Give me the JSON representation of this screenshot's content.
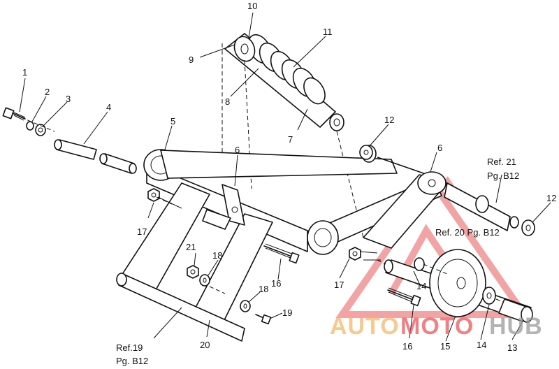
{
  "callouts": [
    {
      "id": "c1",
      "label": "1"
    },
    {
      "id": "c2",
      "label": "2"
    },
    {
      "id": "c3",
      "label": "3"
    },
    {
      "id": "c4",
      "label": "4"
    },
    {
      "id": "c5",
      "label": "5"
    },
    {
      "id": "c6a",
      "label": "6"
    },
    {
      "id": "c6b",
      "label": "6"
    },
    {
      "id": "c7",
      "label": "7"
    },
    {
      "id": "c8",
      "label": "8"
    },
    {
      "id": "c9",
      "label": "9"
    },
    {
      "id": "c10",
      "label": "10"
    },
    {
      "id": "c11",
      "label": "11"
    },
    {
      "id": "c12a",
      "label": "12"
    },
    {
      "id": "c12b",
      "label": "12"
    },
    {
      "id": "c13",
      "label": "13"
    },
    {
      "id": "c14a",
      "label": "14"
    },
    {
      "id": "c14b",
      "label": "14"
    },
    {
      "id": "c15",
      "label": "15"
    },
    {
      "id": "c16a",
      "label": "16"
    },
    {
      "id": "c16b",
      "label": "16"
    },
    {
      "id": "c17a",
      "label": "17"
    },
    {
      "id": "c17b",
      "label": "17"
    },
    {
      "id": "c18a",
      "label": "18"
    },
    {
      "id": "c18b",
      "label": "18"
    },
    {
      "id": "c19",
      "label": "19"
    },
    {
      "id": "c20",
      "label": "20"
    },
    {
      "id": "c21",
      "label": "21"
    }
  ],
  "references": {
    "ref21_line1": "Ref. 21",
    "ref21_line2": "Pg. B12",
    "ref20": "Ref. 20 Pg. B12",
    "ref19_line1": "Ref.19",
    "ref19_line2": "Pg. B12"
  },
  "watermark": {
    "part1": "AUTO",
    "part2": "MOTO",
    "part3": "HUB",
    "color_primary": "#e8585a",
    "color_secondary": "#f4b86a",
    "color_text_dark": "#9a9a9a"
  }
}
